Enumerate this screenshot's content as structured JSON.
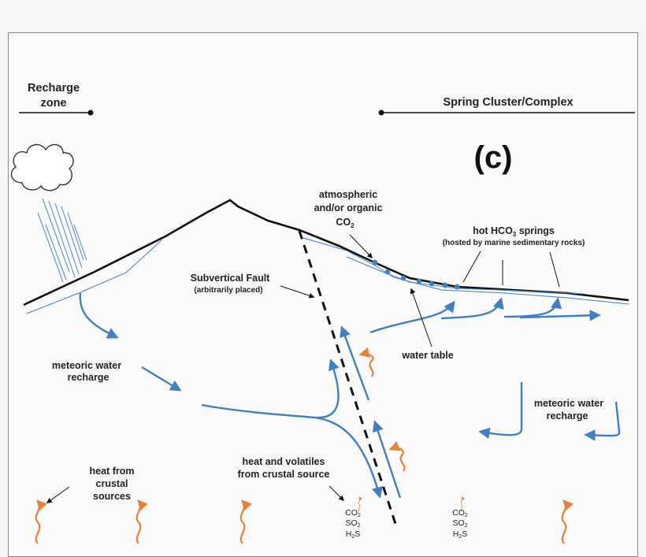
{
  "panel_label": "(c)",
  "zones": {
    "recharge": [
      "Recharge",
      "zone"
    ],
    "spring_cluster": "Spring Cluster/Complex"
  },
  "labels": {
    "atmospheric_co2": [
      "atmospheric",
      "and/or organic",
      "CO",
      "2"
    ],
    "hot_springs": {
      "main": "hot HCO",
      "sub": "3",
      "tail": " springs",
      "note": "(hosted  by marine sedimentary rocks)"
    },
    "fault": {
      "main": "Subvertical Fault",
      "note": "(arbitrarily placed)"
    },
    "water_table": "water table",
    "meteoric_left": [
      "meteoric water",
      "recharge"
    ],
    "meteoric_right": [
      "meteoric water",
      "recharge"
    ],
    "heat_crustal": [
      "heat from",
      "crustal",
      "sources"
    ],
    "heat_volatiles": [
      "heat and volatiles",
      "from crustal source"
    ]
  },
  "gases": [
    {
      "formula": "CO",
      "sub": "2"
    },
    {
      "formula": "SO",
      "sub": "2"
    },
    {
      "formula": "H",
      "sub": "2",
      "tail": "S"
    }
  ],
  "colors": {
    "water": "#3f7fc4",
    "heat": "#e8803a",
    "terrain": "#111111"
  },
  "icons": [
    "cloud-icon",
    "rain-icon",
    "heat-wave-icon"
  ]
}
